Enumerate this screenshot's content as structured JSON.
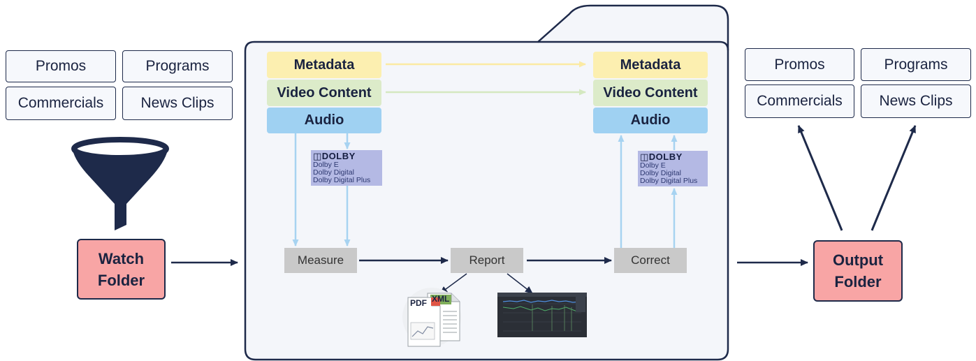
{
  "input": {
    "categories": [
      "Promos",
      "Programs",
      "Commercials",
      "News Clips"
    ],
    "folder_line1": "Watch",
    "folder_line2": "Folder"
  },
  "output": {
    "categories": [
      "Promos",
      "Programs",
      "Commercials",
      "News Clips"
    ],
    "folder_line1": "Output",
    "folder_line2": "Folder"
  },
  "pipeline": {
    "lanes_in": [
      "Metadata",
      "Video Content",
      "Audio"
    ],
    "lanes_out": [
      "Metadata",
      "Video Content",
      "Audio"
    ],
    "dolby_in": {
      "brand": "DOLBY",
      "formats": [
        "Dolby E",
        "Dolby Digital",
        "Dolby Digital Plus"
      ]
    },
    "dolby_out": {
      "brand": "DOLBY",
      "formats": [
        "Dolby E",
        "Dolby Digital",
        "Dolby Digital Plus"
      ]
    },
    "steps": {
      "measure": "Measure",
      "report": "Report",
      "correct": "Correct"
    },
    "report_outputs": {
      "pdf": "PDF",
      "xml": "XML"
    }
  },
  "colors": {
    "navy": "#1e2a4a",
    "folder": "#f8a5a5",
    "metadata": "#fcefb0",
    "video": "#dcebc9",
    "audio": "#9fd1f2",
    "dolby": "#b4b9e4",
    "step": "#c9c9c9"
  }
}
